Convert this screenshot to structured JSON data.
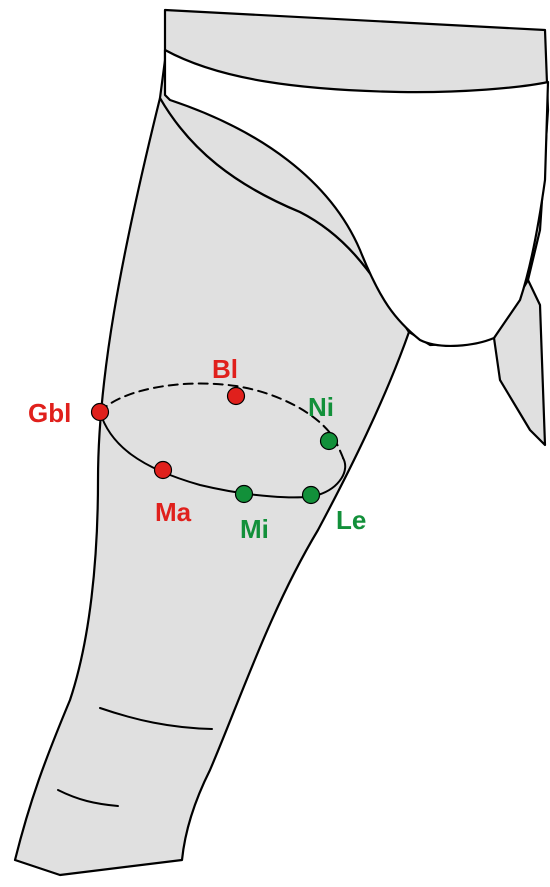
{
  "colors": {
    "leg_fill": "#e0e0e0",
    "outline": "#000000",
    "red_group": "#e0201c",
    "green_group": "#12903a"
  },
  "points": [
    {
      "id": "gbl",
      "label": "Gbl",
      "group": "red"
    },
    {
      "id": "bl",
      "label": "Bl",
      "group": "red"
    },
    {
      "id": "ni",
      "label": "Ni",
      "group": "green"
    },
    {
      "id": "ma",
      "label": "Ma",
      "group": "red"
    },
    {
      "id": "mi",
      "label": "Mi",
      "group": "green"
    },
    {
      "id": "le",
      "label": "Le",
      "group": "green"
    }
  ]
}
